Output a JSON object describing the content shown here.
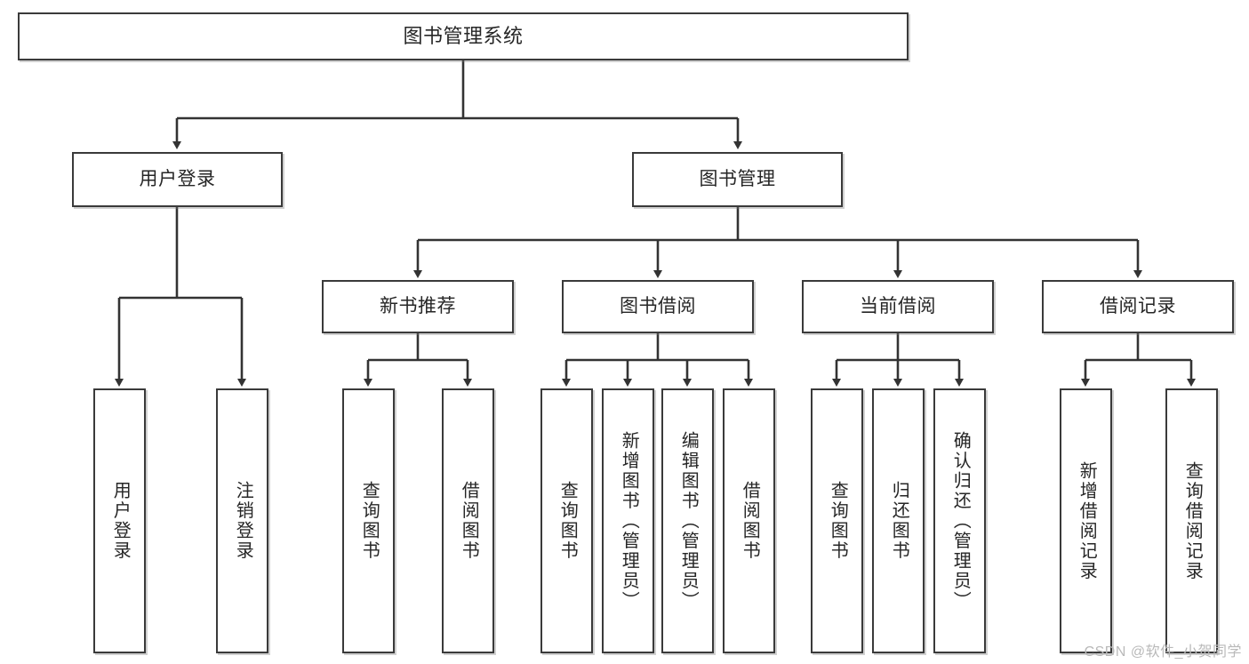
{
  "diagram": {
    "title": "图书管理系统",
    "type": "tree-hierarchy",
    "watermark": "CSDN @软件_小贺同学",
    "root": {
      "id": "root",
      "label": "图书管理系统"
    },
    "level2": [
      {
        "id": "user-login",
        "label": "用户登录"
      },
      {
        "id": "book-manage",
        "label": "图书管理"
      }
    ],
    "level3": [
      {
        "id": "new-book-recommend",
        "label": "新书推荐",
        "parent": "book-manage"
      },
      {
        "id": "book-borrow",
        "label": "图书借阅",
        "parent": "book-manage"
      },
      {
        "id": "current-borrow",
        "label": "当前借阅",
        "parent": "book-manage"
      },
      {
        "id": "borrow-record",
        "label": "借阅记录",
        "parent": "book-manage"
      }
    ],
    "leaves": [
      {
        "id": "leaf-user-login",
        "label": "用户登录",
        "parent": "user-login"
      },
      {
        "id": "leaf-user-logout",
        "label": "注销登录",
        "parent": "user-login"
      },
      {
        "id": "leaf-query-book-1",
        "label": "查询图书",
        "parent": "new-book-recommend"
      },
      {
        "id": "leaf-borrow-book-1",
        "label": "借阅图书",
        "parent": "new-book-recommend"
      },
      {
        "id": "leaf-query-book-2",
        "label": "查询图书",
        "parent": "book-borrow"
      },
      {
        "id": "leaf-add-book",
        "label": "新增图书（管理员）",
        "parent": "book-borrow"
      },
      {
        "id": "leaf-edit-book",
        "label": "编辑图书（管理员）",
        "parent": "book-borrow"
      },
      {
        "id": "leaf-borrow-book-2",
        "label": "借阅图书",
        "parent": "book-borrow"
      },
      {
        "id": "leaf-query-book-3",
        "label": "查询图书",
        "parent": "current-borrow"
      },
      {
        "id": "leaf-return-book",
        "label": "归还图书",
        "parent": "current-borrow"
      },
      {
        "id": "leaf-confirm-return",
        "label": "确认归还（管理员）",
        "parent": "current-borrow"
      },
      {
        "id": "leaf-add-record",
        "label": "新增借阅记录",
        "parent": "borrow-record"
      },
      {
        "id": "leaf-query-record",
        "label": "查询借阅记录",
        "parent": "borrow-record"
      }
    ],
    "colors": {
      "border": "#3a3a3a",
      "background": "#ffffff",
      "text": "#262626",
      "edge": "#333333",
      "watermark": "#b9b9b9"
    }
  }
}
